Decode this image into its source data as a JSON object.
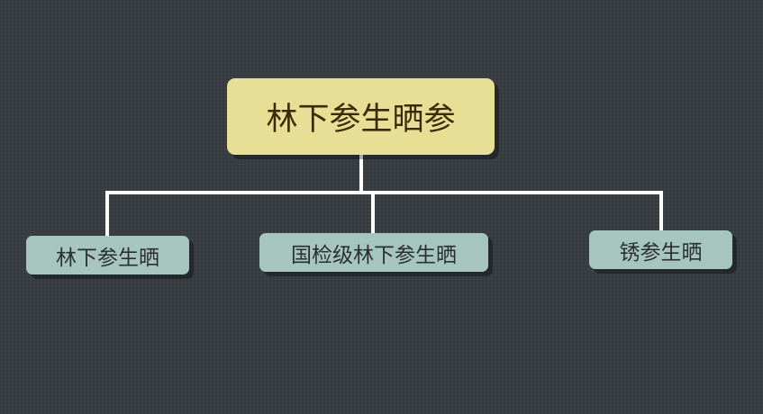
{
  "root": {
    "label": "林下参生晒参"
  },
  "children": [
    {
      "label": "林下参生晒"
    },
    {
      "label": "国检级林下参生晒"
    },
    {
      "label": "锈参生晒"
    }
  ],
  "colors": {
    "background": "#363c3f",
    "root_fill": "#e8df96",
    "root_text": "#3a2a08",
    "child_fill": "#a6c5be",
    "child_text": "#2a2f30",
    "connector": "#ffffff"
  }
}
